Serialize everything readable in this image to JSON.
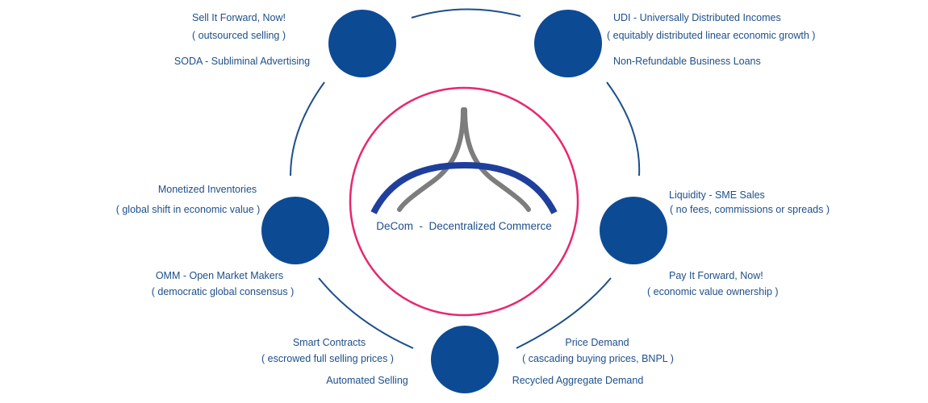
{
  "colors": {
    "node": "#0d4a94",
    "ring": "#1d4f8a",
    "center_ring": "#e8276f",
    "logo_arch": "#1f3f9c",
    "logo_spire": "#7d7d7d",
    "text": "#1d4f8a"
  },
  "center": {
    "title": "DeCom  -  Decentralized Commerce"
  },
  "nodes": {
    "top_left": {
      "title": "Sell It Forward, Now!",
      "subtitle": "( outsourced selling )",
      "footer": "SODA - Subliminal Advertising"
    },
    "top_right": {
      "title": "UDI - Universally Distributed Incomes",
      "subtitle": "( equitably distributed linear economic growth )",
      "footer": "Non-Refundable Business Loans"
    },
    "left": {
      "title": "Monetized Inventories",
      "subtitle": "( global shift in economic value )",
      "footer": "OMM - Open Market Makers",
      "footer_sub": "( democratic global consensus )"
    },
    "right": {
      "title": "Liquidity - SME Sales",
      "subtitle": "( no fees, commissions or spreads )",
      "footer": "Pay It Forward, Now!",
      "footer_sub": "( economic value ownership )"
    },
    "bottom": {
      "left_title": "Smart Contracts",
      "left_subtitle": "( escrowed full selling prices )",
      "left_footer": "Automated Selling",
      "right_title": "Price Demand",
      "right_subtitle": "( cascading buying prices, BNPL )",
      "right_footer": "Recycled Aggregate Demand"
    }
  }
}
